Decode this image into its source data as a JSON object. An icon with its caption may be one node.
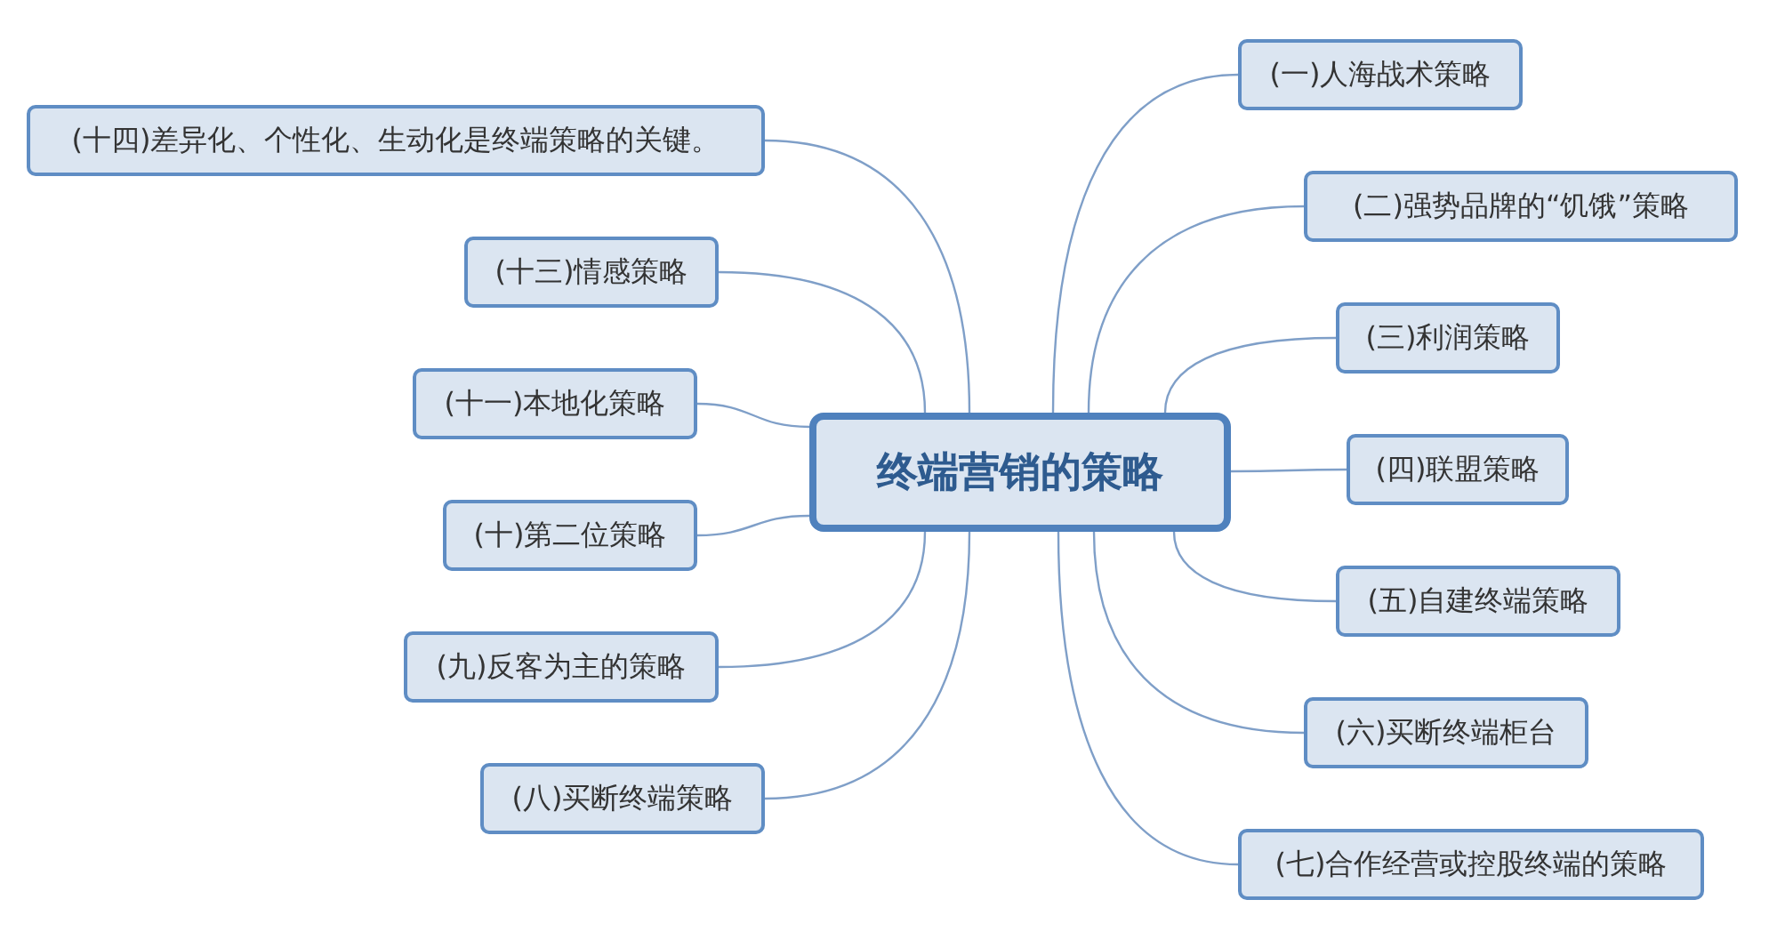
{
  "diagram": {
    "nodes": [
      {
        "text": [
          "终端营销的策略"
        ]
      },
      {
        "text": [
          "(一)人海战术策略"
        ]
      },
      {
        "text": [
          "(二)强势品牌的“饥饿”策略"
        ]
      },
      {
        "text": [
          "(三)利润策略"
        ]
      },
      {
        "text": [
          "(四)联盟策略"
        ]
      },
      {
        "text": [
          "(五)自建终端策略"
        ]
      },
      {
        "text": [
          "(六)买断终端柜台"
        ]
      },
      {
        "text": [
          "(七)合作经营或控股终端的策略"
        ]
      },
      {
        "text": [
          "(八)买断终端策略"
        ]
      },
      {
        "text": [
          "(九)反客为主的策略"
        ]
      },
      {
        "text": [
          "(十)第二位策略"
        ]
      },
      {
        "text": [
          "(十一)本地化策略"
        ]
      },
      {
        "text": [
          "(十三)情感策略"
        ]
      },
      {
        "text": [
          "(十四)差异化、个性化、生动化是终端策略的关键。"
        ]
      }
    ],
    "edges": [
      {
        "from": 0,
        "to": 1,
        "arrow": "none"
      },
      {
        "from": 0,
        "to": 2,
        "arrow": "none"
      },
      {
        "from": 0,
        "to": 3,
        "arrow": "none"
      },
      {
        "from": 0,
        "to": 4,
        "arrow": "none"
      },
      {
        "from": 0,
        "to": 5,
        "arrow": "none"
      },
      {
        "from": 0,
        "to": 6,
        "arrow": "none"
      },
      {
        "from": 0,
        "to": 7,
        "arrow": "none"
      },
      {
        "from": 0,
        "to": 8,
        "arrow": "none"
      },
      {
        "from": 0,
        "to": 9,
        "arrow": "none"
      },
      {
        "from": 0,
        "to": 10,
        "arrow": "none"
      },
      {
        "from": 0,
        "to": 11,
        "arrow": "none"
      },
      {
        "from": 0,
        "to": 12,
        "arrow": "none"
      },
      {
        "from": 0,
        "to": 13,
        "arrow": "none"
      }
    ]
  }
}
